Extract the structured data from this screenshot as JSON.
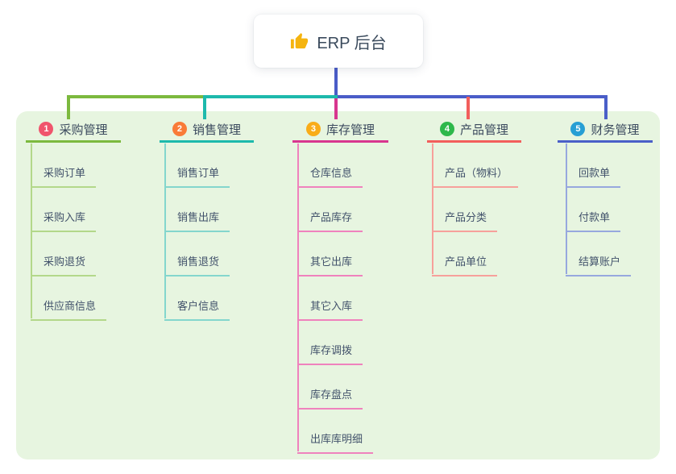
{
  "root": {
    "label": "ERP 后台",
    "icon": "thumbs-up-icon",
    "icon_color": "#f5b40f",
    "stub_color": "#4a5cc8"
  },
  "panel": {
    "background": "#e7f5e0"
  },
  "connector": {
    "segments": [
      {
        "branch": "采购管理",
        "color": "#7cb93e"
      },
      {
        "branch": "销售管理",
        "color": "#1db9ac"
      },
      {
        "branch": "财务管理",
        "color": "#4a5cc8"
      }
    ]
  },
  "branches": [
    {
      "num": "1",
      "label": "采购管理",
      "color": "#7cb93e",
      "child_color": "#b3d88a",
      "badge_color": "#f0546c",
      "children": [
        "采购订单",
        "采购入库",
        "采购退货",
        "供应商信息"
      ]
    },
    {
      "num": "2",
      "label": "销售管理",
      "color": "#1db9ac",
      "child_color": "#84d6cd",
      "badge_color": "#f97b38",
      "children": [
        "销售订单",
        "销售出库",
        "销售退货",
        "客户信息"
      ]
    },
    {
      "num": "3",
      "label": "库存管理",
      "color": "#d8368f",
      "child_color": "#ef82bd",
      "badge_color": "#f9ac18",
      "children": [
        "仓库信息",
        "产品库存",
        "其它出库",
        "其它入库",
        "库存调拨",
        "库存盘点",
        "出库库明细"
      ]
    },
    {
      "num": "4",
      "label": "产品管理",
      "color": "#f25e5c",
      "child_color": "#f7a09b",
      "badge_color": "#2eb84b",
      "children": [
        "产品（物料）",
        "产品分类",
        "产品单位"
      ]
    },
    {
      "num": "5",
      "label": "财务管理",
      "color": "#4a5fc8",
      "child_color": "#97a8de",
      "badge_color": "#279fd4",
      "children": [
        "回款单",
        "付款单",
        "结算账户"
      ]
    }
  ]
}
